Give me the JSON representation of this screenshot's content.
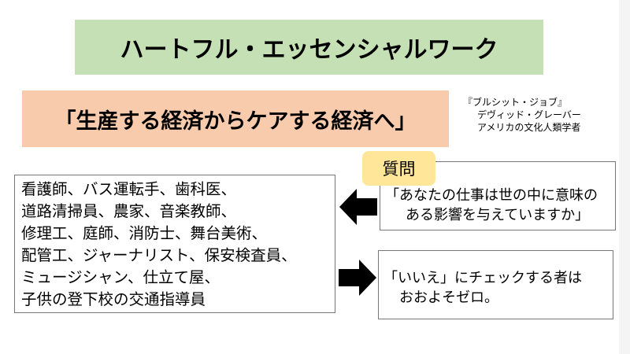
{
  "slide": {
    "title": "ハートフル・エッセンシャルワーク",
    "subtitle": "「生産する経済からケアする経済へ」",
    "citation": {
      "book": "『ブルシット・ジョブ』",
      "author": "デヴィッド・グレーバー",
      "author_desc": "アメリカの文化人類学者"
    },
    "jobs": [
      "看護師、バス運転手、歯科医、",
      "道路清掃員、農家、音楽教師、",
      "修理工、庭師、消防士、舞台美術、",
      "配管工、ジャーナリスト、保安検査員、",
      "ミュージシャン、仕立て屋、",
      "子供の登下校の交通指導員"
    ],
    "question_label": "質問",
    "question": [
      "「あなたの仕事は世の中に意味の",
      "ある影響を与えていますか」"
    ],
    "answer": [
      "「いいえ」にチェックする者は",
      "おおよそゼロ。"
    ]
  },
  "colors": {
    "title_bg": "#c5e0b4",
    "subtitle_bg": "#f8cbad",
    "label_bg": "#ffe699"
  }
}
